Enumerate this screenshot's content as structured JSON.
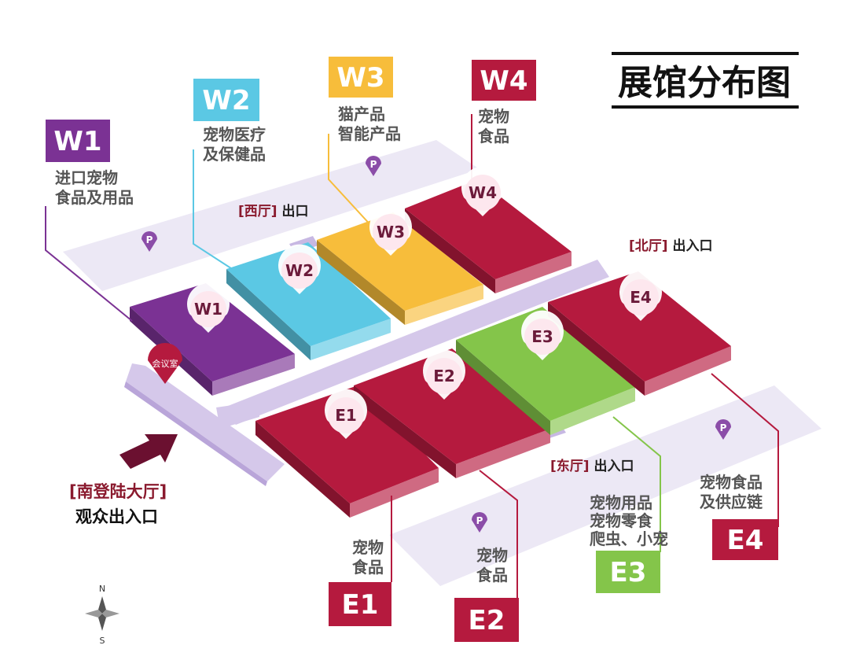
{
  "title": "展馆分布图",
  "entrance": {
    "hall_name": "[南登陆大厅]",
    "description": "观众出入口"
  },
  "lobbies": {
    "west": {
      "name": "[西厅]",
      "text": "出口"
    },
    "north": {
      "name": "[北厅]",
      "text": "出入口"
    },
    "east": {
      "name": "[东厅]",
      "text": "出入口"
    }
  },
  "meeting_room": "会议室",
  "parking_label": "P",
  "compass": {
    "north": "N",
    "south": "S"
  },
  "halls": [
    {
      "id": "W1",
      "color": "#7b3294",
      "pin": "W1",
      "desc": [
        "进口宠物",
        "食品及用品"
      ]
    },
    {
      "id": "W2",
      "color": "#5bc8e4",
      "pin": "W2",
      "desc": [
        "宠物医疗",
        "及保健品"
      ]
    },
    {
      "id": "W3",
      "color": "#f7bd3b",
      "pin": "W3",
      "desc": [
        "猫产品",
        "智能产品"
      ]
    },
    {
      "id": "W4",
      "color": "#b51a3e",
      "pin": "W4",
      "desc": [
        "宠物",
        "食品"
      ]
    },
    {
      "id": "E1",
      "color": "#b51a3e",
      "pin": "E1",
      "desc": [
        "宠物",
        "食品"
      ]
    },
    {
      "id": "E2",
      "color": "#b51a3e",
      "pin": "E2",
      "desc": [
        "宠物",
        "食品"
      ]
    },
    {
      "id": "E3",
      "color": "#84c54a",
      "pin": "E3",
      "desc": [
        "宠物用品",
        "宠物零食",
        "爬虫、小宠"
      ]
    },
    {
      "id": "E4",
      "color": "#b51a3e",
      "pin": "E4",
      "desc": [
        "宠物食品",
        "及供应链"
      ]
    }
  ],
  "colors": {
    "corridor": "#d5c8ea",
    "corridor_dark": "#b9a5d9",
    "parking_area": "#ece8f5",
    "accent_text": "#8a1a2e",
    "pin_text": "#6b1a3a"
  }
}
